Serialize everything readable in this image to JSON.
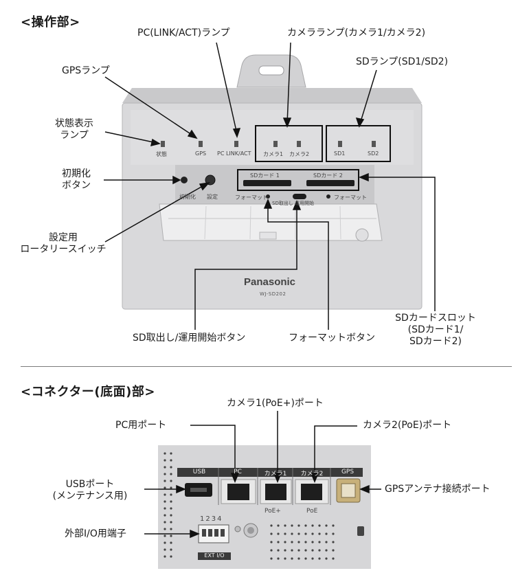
{
  "sections": {
    "operation_title": "<操作部>",
    "connector_title": "<コネクター(底面)部>"
  },
  "callouts": {
    "pc_link_act_lamp": "PC(LINK/ACT)ランプ",
    "camera_lamp": "カメラランプ(カメラ1/カメラ2)",
    "gps_lamp": "GPSランプ",
    "sd_lamp": "SDランプ(SD1/SD2)",
    "status_lamp_1": "状態表示",
    "status_lamp_2": "ランプ",
    "init_button_1": "初期化",
    "init_button_2": "ボタン",
    "rotary_switch_1": "設定用",
    "rotary_switch_2": "ロータリースイッチ",
    "sd_eject_button": "SD取出し/運用開始ボタン",
    "format_button": "フォーマットボタン",
    "sd_slot_1": "SDカードスロット",
    "sd_slot_2": "(SDカード1/",
    "sd_slot_3": "SDカード2)",
    "pc_port": "PC用ポート",
    "camera1_port": "カメラ1(PoE+)ポート",
    "camera2_port": "カメラ2(PoE)ポート",
    "usb_port_1": "USBポート",
    "usb_port_2": "(メンテナンス用)",
    "gps_antenna_port": "GPSアンテナ接続ポート",
    "ext_io_terminal": "外部I/O用端子"
  },
  "device": {
    "lamp_status": "状態",
    "lamp_gps": "GPS",
    "lamp_pc": "PC LINK/ACT",
    "lamp_cam1": "カメラ1",
    "lamp_cam2": "カメラ2",
    "lamp_sd1": "SD1",
    "lamp_sd2": "SD2",
    "slot1_label": "SDカード 1",
    "slot2_label": "SDカード 2",
    "format_left": "フォーマット",
    "format_right": "フォーマット",
    "eject_label": "SD取出し 運用開始",
    "init_label": "初期化",
    "setting_label": "設定",
    "brand": "Panasonic",
    "model": "WJ-SD202"
  },
  "connector": {
    "usb": "USB",
    "pc": "PC",
    "cam1": "カメラ1",
    "cam2": "カメラ2",
    "gps": "GPS",
    "poe_plus": "PoE+",
    "poe": "PoE",
    "io_pins": "1234",
    "ext_io": "EXT I/O"
  },
  "colors": {
    "device_body": "#d9d9db",
    "device_panel": "#e9e9ea",
    "connector_strip": "#3a3a3a",
    "callout_line": "#111111"
  }
}
